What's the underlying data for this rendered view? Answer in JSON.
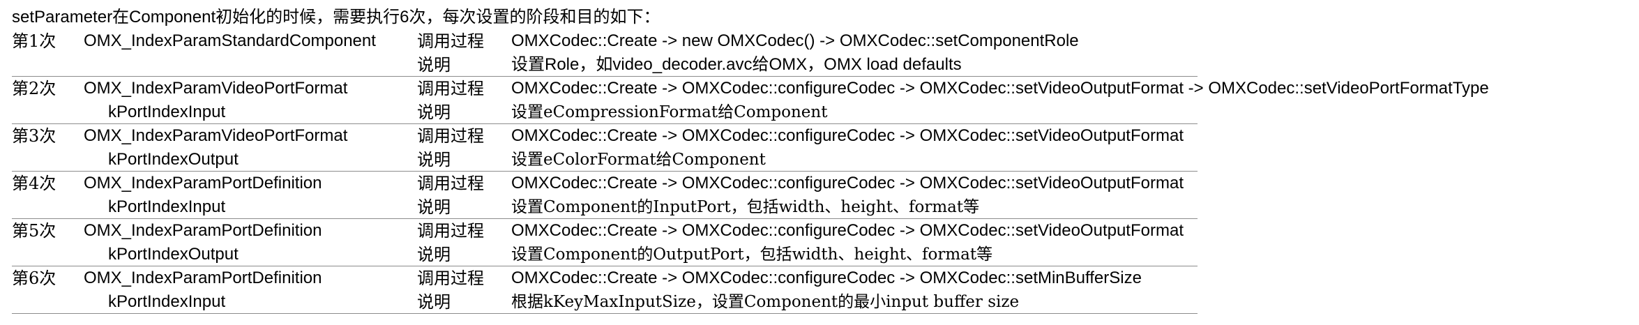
{
  "title": "setParameter在Component初始化的时候，需要执行6次，每次设置的阶段和目的如下：",
  "labels": {
    "call": "调用过程",
    "desc": "说明"
  },
  "rows": [
    {
      "num": "第1次",
      "param": "OMX_IndexParamStandardComponent",
      "port": "",
      "call": "OMXCodec::Create -> new OMXCodec() -> OMXCodec::setComponentRole",
      "desc": "设置Role，如video_decoder.avc给OMX，OMX load defaults"
    },
    {
      "num": "第2次",
      "param": "OMX_IndexParamVideoPortFormat",
      "port": "kPortIndexInput",
      "call": "OMXCodec::Create -> OMXCodec::configureCodec -> OMXCodec::setVideoOutputFormat -> OMXCodec::setVideoPortFormatType",
      "desc": "设置eCompressionFormat给Component"
    },
    {
      "num": "第3次",
      "param": "OMX_IndexParamVideoPortFormat",
      "port": "kPortIndexOutput",
      "call": "OMXCodec::Create -> OMXCodec::configureCodec -> OMXCodec::setVideoOutputFormat",
      "desc": "设置eColorFormat给Component"
    },
    {
      "num": "第4次",
      "param": "OMX_IndexParamPortDefinition",
      "port": "kPortIndexInput",
      "call": "OMXCodec::Create -> OMXCodec::configureCodec -> OMXCodec::setVideoOutputFormat",
      "desc": "设置Component的InputPort，包括width、height、format等"
    },
    {
      "num": "第5次",
      "param": "OMX_IndexParamPortDefinition",
      "port": "kPortIndexOutput",
      "call": "OMXCodec::Create -> OMXCodec::configureCodec -> OMXCodec::setVideoOutputFormat",
      "desc": "设置Component的OutputPort，包括width、height、format等"
    },
    {
      "num": "第6次",
      "param": "OMX_IndexParamPortDefinition",
      "port": "kPortIndexInput",
      "call": "OMXCodec::Create -> OMXCodec::configureCodec -> OMXCodec::setMinBufferSize",
      "desc": "根据kKeyMaxInputSize，设置Component的最小input buffer size"
    }
  ]
}
